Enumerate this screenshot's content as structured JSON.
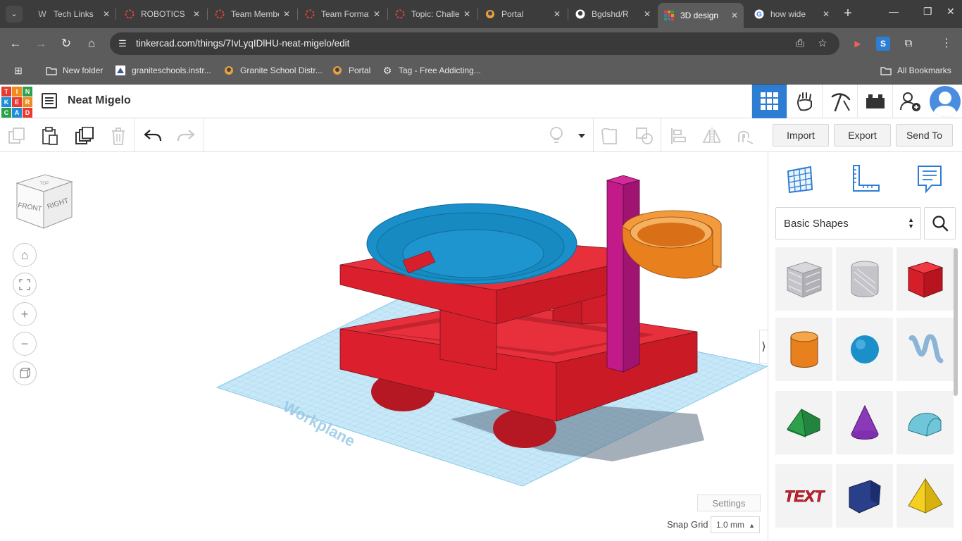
{
  "browser": {
    "tabs": [
      {
        "title": "Tech Links",
        "icon": "generic-site-icon"
      },
      {
        "title": "ROBOTICS",
        "icon": "dashed-circle-icon"
      },
      {
        "title": "Team Members",
        "icon": "dashed-circle-icon"
      },
      {
        "title": "Team Formation",
        "icon": "dashed-circle-icon"
      },
      {
        "title": "Topic: Challenge",
        "icon": "dashed-circle-icon"
      },
      {
        "title": "Portal",
        "icon": "portal-icon"
      },
      {
        "title": "Bgdshd/R",
        "icon": "github-icon"
      },
      {
        "title": "3D design",
        "icon": "tinkercad-icon",
        "active": true
      },
      {
        "title": "how wide",
        "icon": "google-icon"
      }
    ],
    "url": "tinkercad.com/things/7IvLyqIDlHU-neat-migelo/edit",
    "bookmarks": [
      {
        "label": "New folder",
        "icon": "folder-icon"
      },
      {
        "label": "graniteschools.instr...",
        "icon": "instructure-icon"
      },
      {
        "label": "Granite School Distr...",
        "icon": "granite-icon"
      },
      {
        "label": "Portal",
        "icon": "portal-icon"
      },
      {
        "label": "Tag - Free Addicting...",
        "icon": "gear-icon"
      }
    ],
    "all_bookmarks": "All Bookmarks"
  },
  "app": {
    "logo_letters": [
      "T",
      "I",
      "N",
      "K",
      "E",
      "R",
      "C",
      "A",
      "D"
    ],
    "design_title": "Neat Migelo",
    "actions": {
      "import": "Import",
      "export": "Export",
      "send_to": "Send To"
    },
    "library": "Basic Shapes",
    "settings": "Settings",
    "snap_label": "Snap Grid",
    "snap_value": "1.0 mm",
    "workplane_label": "Workplane",
    "viewcube": {
      "front": "FRONT",
      "right": "RIGHT",
      "top": "TOP"
    }
  },
  "colors": {
    "accent": "#2d7dd2",
    "shape_red": "#e0202e",
    "shape_blue": "#1a8fc9",
    "shape_orange": "#e87d1e",
    "shape_magenta": "#b0167a",
    "grid": "#a8d8f0"
  }
}
